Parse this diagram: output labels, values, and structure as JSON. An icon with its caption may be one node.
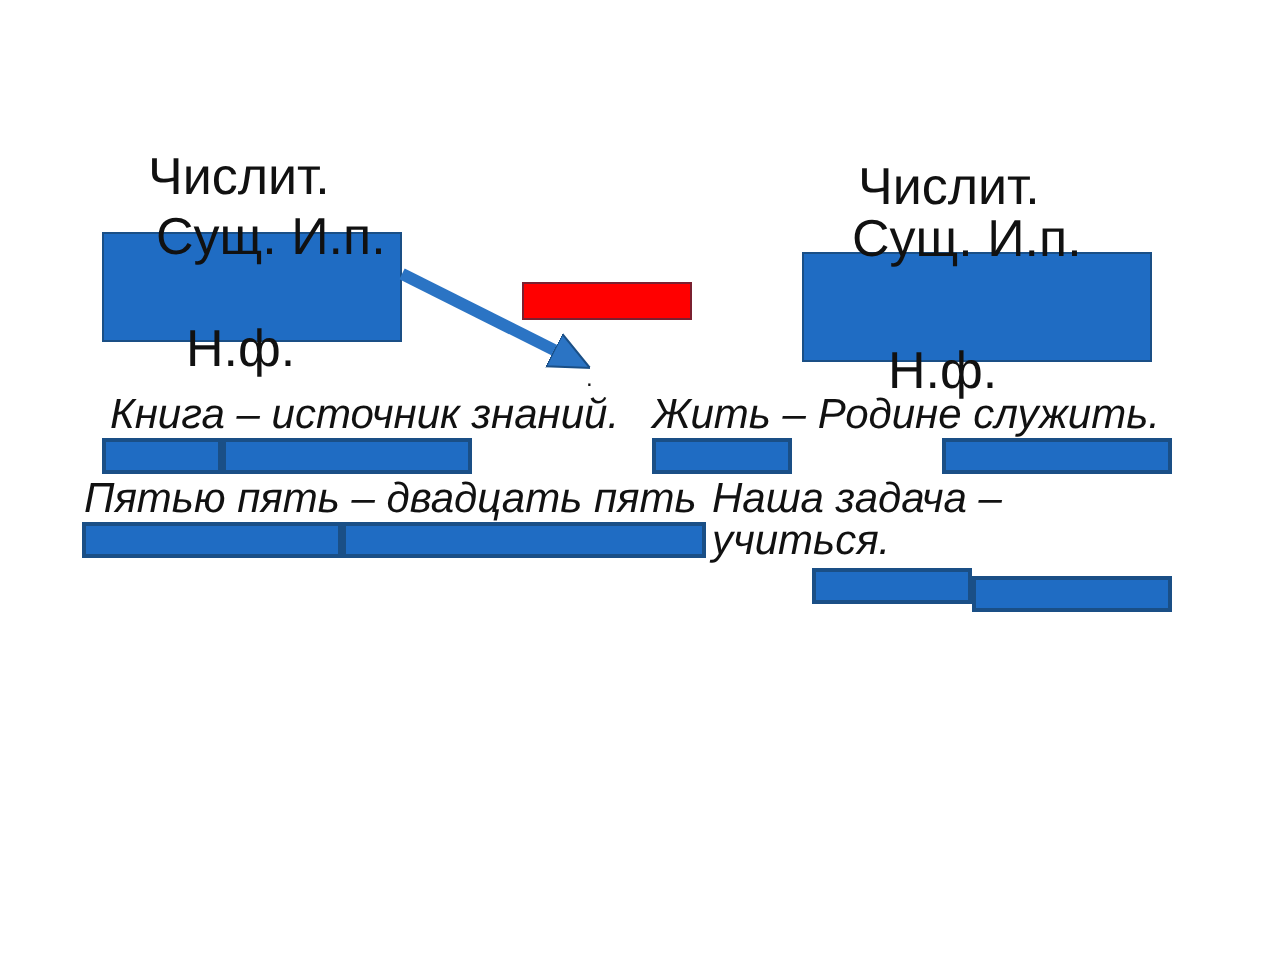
{
  "diagram": {
    "nodes": [
      {
        "text": [
          "Числит.",
          "Сущ. И.п.",
          "Н.ф."
        ]
      },
      {
        "text": [],
        "shape": "box"
      },
      {
        "text": [
          "Числит.",
          "Сущ. И.п.",
          "Н.ф."
        ]
      },
      {
        "text": [
          "."
        ]
      },
      {
        "text": [],
        "shape": "bar"
      },
      {
        "text": [],
        "shape": "bar"
      },
      {
        "text": [],
        "shape": "bar"
      },
      {
        "text": [],
        "shape": "bar"
      },
      {
        "text": [],
        "shape": "bar"
      },
      {
        "text": [],
        "shape": "bar"
      },
      {
        "text": [],
        "shape": "bar"
      },
      {
        "text": [],
        "shape": "bar"
      }
    ],
    "edges": [
      {
        "from": 0,
        "to": 3,
        "arrow": "to"
      }
    ],
    "labels": [
      "Книга – источник знаний.",
      "Жить – Родине служить.",
      "Пятью пять – двадцать пять",
      "Наша задача – учиться."
    ]
  }
}
